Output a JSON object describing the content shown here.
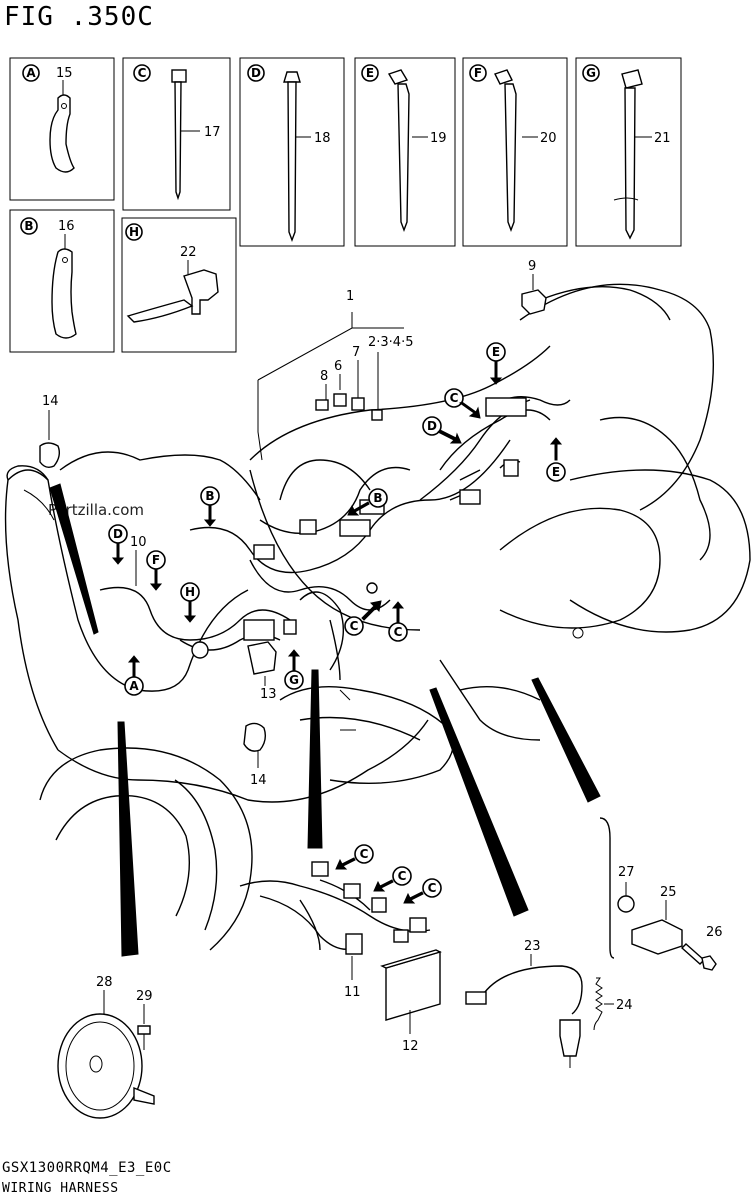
{
  "figure_title": "FIG .350C",
  "footer": {
    "model_code": "GSX1300RRQM4_E3_E0C",
    "caption": "WIRING HARNESS"
  },
  "watermark": "Partzilla.com",
  "insets": [
    {
      "letter": "A",
      "part": "15"
    },
    {
      "letter": "C",
      "part": "17"
    },
    {
      "letter": "D",
      "part": "18"
    },
    {
      "letter": "E",
      "part": "19"
    },
    {
      "letter": "F",
      "part": "20"
    },
    {
      "letter": "G",
      "part": "21"
    },
    {
      "letter": "B",
      "part": "16"
    },
    {
      "letter": "H",
      "part": "22"
    }
  ],
  "callouts": {
    "p1": "1",
    "p2345": "2·3·4·5",
    "p6": "6",
    "p7": "7",
    "p8": "8",
    "p9": "9",
    "p10": "10",
    "p11": "11",
    "p12": "12",
    "p13": "13",
    "p14a": "14",
    "p14b": "14",
    "p23": "23",
    "p24": "24",
    "p25": "25",
    "p26": "26",
    "p27": "27",
    "p28": "28",
    "p29": "29"
  },
  "clip_markers": {
    "e1": "E",
    "c1": "C",
    "d1": "D",
    "e2": "E",
    "b1": "B",
    "b2": "B",
    "d2": "D",
    "f1": "F",
    "h1": "H",
    "a1": "A",
    "g1": "G",
    "c2": "C",
    "c3": "C",
    "c4": "C",
    "c5": "C",
    "c6": "C"
  }
}
